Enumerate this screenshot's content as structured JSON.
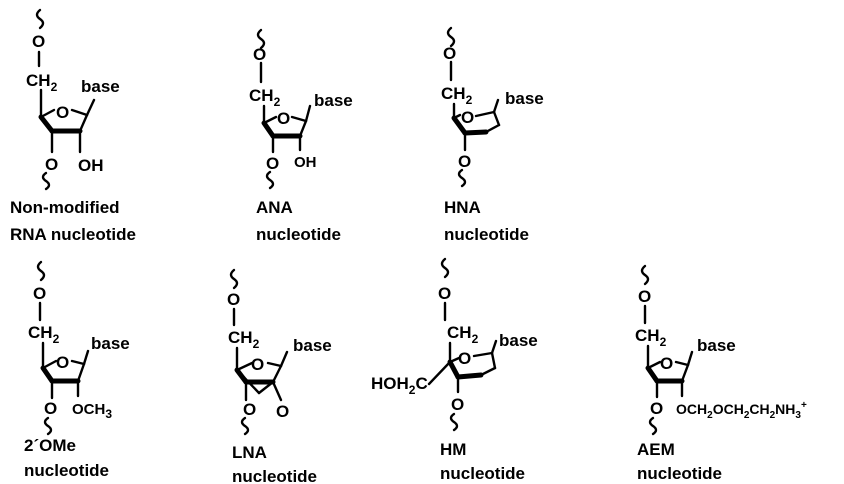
{
  "molecules": [
    {
      "id": "rna",
      "caption": [
        "Non-modified",
        "RNA nucleotide"
      ],
      "base_label": "base",
      "ring_o": "O",
      "o5": "O",
      "c5": {
        "main": "CH",
        "sub": "2"
      },
      "o3": "O",
      "c2": {
        "main": "OH",
        "sub": ""
      }
    },
    {
      "id": "ana",
      "caption": [
        "ANA",
        "nucleotide"
      ],
      "base_label": "base",
      "ring_o": "O",
      "o5": "O",
      "c5": {
        "main": "CH",
        "sub": "2"
      },
      "o3": "O",
      "c2": {
        "main": "OH",
        "sub": ""
      }
    },
    {
      "id": "hna",
      "caption": [
        "HNA",
        "nucleotide"
      ],
      "base_label": "base",
      "ring_o": "O",
      "o5": "O",
      "c5": {
        "main": "CH",
        "sub": "2"
      },
      "o3": "O"
    },
    {
      "id": "ome",
      "caption": [
        "2´OMe",
        "nucleotide"
      ],
      "base_label": "base",
      "ring_o": "O",
      "o5": "O",
      "c5": {
        "main": "CH",
        "sub": "2"
      },
      "o3": "O",
      "c2": {
        "main": "OCH",
        "sub": "3"
      }
    },
    {
      "id": "lna",
      "caption": [
        "LNA",
        "nucleotide"
      ],
      "base_label": "base",
      "ring_o": "O",
      "o5": "O",
      "c5": {
        "main": "CH",
        "sub": "2"
      },
      "o3": "O",
      "bridge_o": "O"
    },
    {
      "id": "hm",
      "caption": [
        "HM",
        "nucleotide"
      ],
      "base_label": "base",
      "ring_o": "O",
      "o5": "O",
      "c5": {
        "main": "CH",
        "sub": "2"
      },
      "o3": "O",
      "side": {
        "parts": [
          "HOH",
          "2",
          "C"
        ]
      }
    },
    {
      "id": "aem",
      "caption": [
        "AEM",
        "nucleotide"
      ],
      "base_label": "base",
      "ring_o": "O",
      "o5": "O",
      "c5": {
        "main": "CH",
        "sub": "2"
      },
      "o3": "O",
      "substituent": {
        "parts": [
          "OCH",
          "2",
          "OCH",
          "2",
          "CH",
          "2",
          "NH",
          "3",
          "+"
        ]
      }
    }
  ]
}
